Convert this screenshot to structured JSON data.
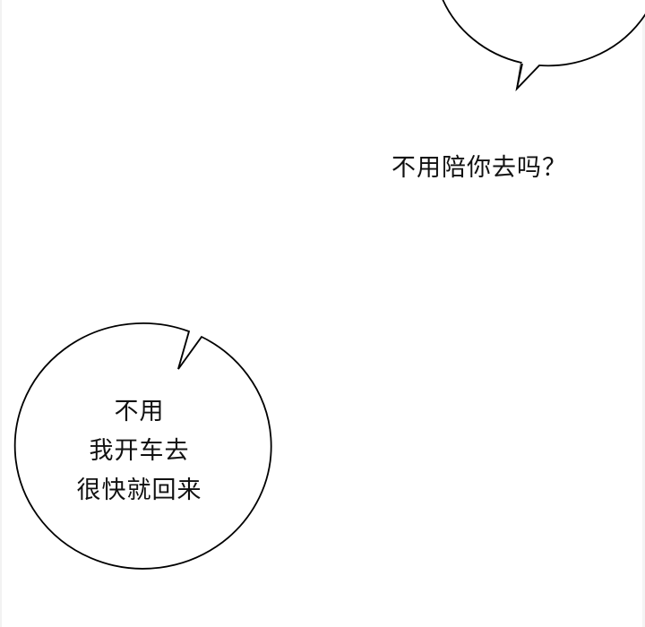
{
  "panel": {
    "background": "#ffffff",
    "stroke_color": "#000000"
  },
  "bubbles": [
    {
      "id": "top-right",
      "text": "不用陪你去吗？"
    },
    {
      "id": "bottom-left",
      "lines": [
        "不用",
        "我开车去",
        "很快就回来"
      ]
    }
  ]
}
